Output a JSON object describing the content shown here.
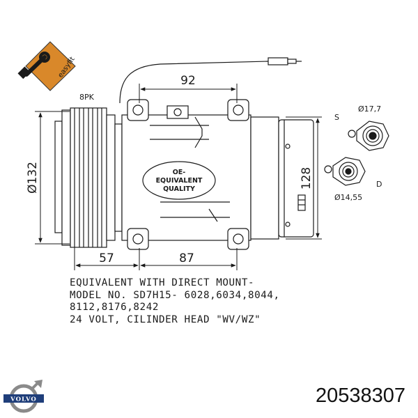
{
  "badge": {
    "label": "easyfit",
    "color": "#d9882a"
  },
  "labels": {
    "belt": "8PK",
    "stamp_line1": "OE-",
    "stamp_line2": "EQUIVALENT",
    "stamp_line3": "QUALITY",
    "port_s": "S",
    "port_d": "D",
    "port_s_dia": "Ø17,7",
    "port_d_dia": "Ø14,55"
  },
  "dimensions": {
    "top_width": "92",
    "pulley_dia": "Ø132",
    "height": "128",
    "pulley_offset": "57",
    "mount_spacing": "87"
  },
  "description": [
    "EQUIVALENT WITH DIRECT MOUNT-",
    "MODEL NO. SD7H15- 6028,6034,8044,",
    "8112,8176,8242",
    "24 VOLT, CILINDER HEAD \"WV/WZ\""
  ],
  "brand": {
    "name": "VOLVO",
    "color": "#1f3e7a"
  },
  "part_number": "20538307"
}
